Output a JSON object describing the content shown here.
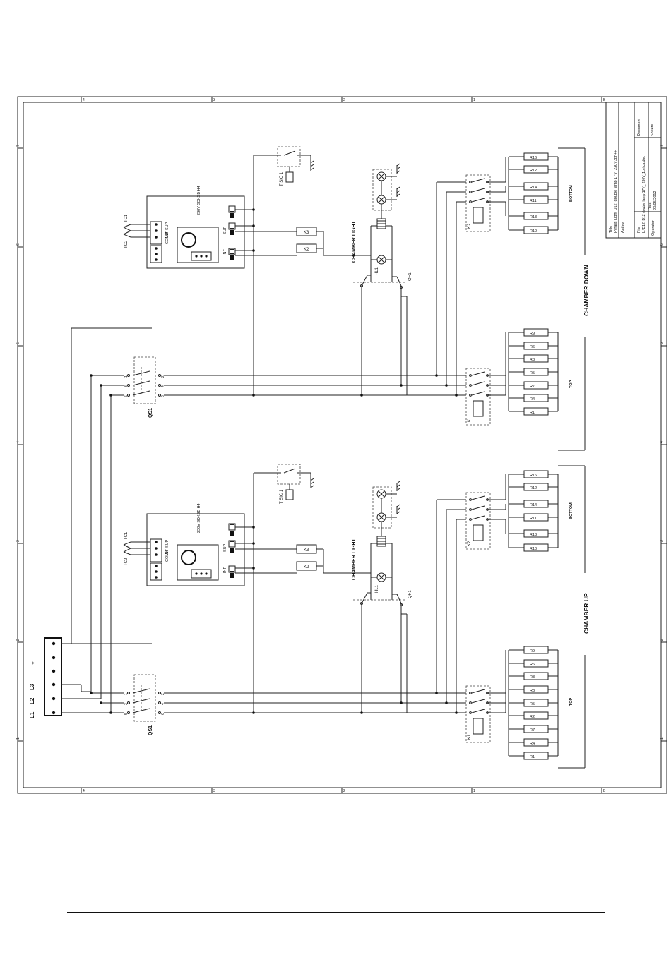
{
  "border": {
    "top_numbers": [
      "4",
      "3",
      "2",
      "1",
      "B"
    ],
    "side_numbers": [
      "7",
      "6",
      "5",
      "4",
      "3",
      "2",
      "1"
    ]
  },
  "title_block": {
    "title_label": "Title",
    "title_value": "Pyralis Light D12_double lamp 17V_230V3ph+H",
    "author_label": "Author",
    "file_label": "File",
    "file_value": "L:\\D12\\ D12 double lamp 17V_ 230V_1ph\\ca.doc",
    "date_label": "Date",
    "date_value": "23/05/2012",
    "document_label": "Document",
    "sheets_label": "Sheets",
    "operator_label": "Operator"
  },
  "supply": {
    "terminals": [
      "L1",
      "L2",
      "L3"
    ]
  },
  "chambers": [
    {
      "label": "CHAMBER DOWN",
      "light_label": "CHAMBER LIGHT",
      "breaker_label": "QS1",
      "breaker_pins_in": [
        "1",
        "3",
        "5"
      ],
      "breaker_pins_out": [
        "2",
        "4",
        "6"
      ],
      "safety": "T SIC 1",
      "lamp": "HL1",
      "lamp_switch": "QF1",
      "controller": {
        "model": "230V SDKSB H4",
        "terminals": [
          "SUP",
          "INF",
          "COMM"
        ],
        "buzzer": "Buzzer",
        "rtc": "RTC",
        "out_sup": "SUP",
        "out_inf": "INF",
        "thermocouples": [
          "TC1",
          "TC2"
        ]
      },
      "coils": [
        "K3",
        "K2"
      ],
      "bottom": {
        "label": "BOTTOM",
        "contactor": "K2",
        "resistors": [
          "R16",
          "R12",
          "R14",
          "R11",
          "R13",
          "R10"
        ]
      },
      "top": {
        "label": "TOP",
        "contactor": "K1",
        "resistors": [
          "R9",
          "R6",
          "R8",
          "R5",
          "R7",
          "R4",
          "R1"
        ]
      }
    },
    {
      "label": "CHAMBER UP",
      "light_label": "CHAMBER LIGHT",
      "breaker_label": "QS1",
      "breaker_pins_in": [
        "1",
        "3",
        "5"
      ],
      "breaker_pins_out": [
        "2",
        "4",
        "6"
      ],
      "safety": "T SIC 1",
      "lamp": "HL1",
      "lamp_switch": "QF1",
      "controller": {
        "model": "230V SDKSB H4",
        "terminals": [
          "SUP",
          "INF",
          "COMM"
        ],
        "buzzer": "Buzzer",
        "rtc": "RTC",
        "out_sup": "SUP",
        "out_inf": "INF",
        "thermocouples": [
          "TC1",
          "TC2"
        ]
      },
      "coils": [
        "K3",
        "K2"
      ],
      "bottom": {
        "label": "BOTTOM",
        "contactor": "K2",
        "resistors": [
          "R16",
          "R12",
          "R14",
          "R11",
          "R13",
          "R10"
        ]
      },
      "top": {
        "label": "TOP",
        "contactor": "K1",
        "resistors": [
          "R9",
          "R6",
          "R3",
          "R8",
          "R5",
          "R2",
          "R7",
          "R4",
          "R1"
        ]
      }
    }
  ]
}
